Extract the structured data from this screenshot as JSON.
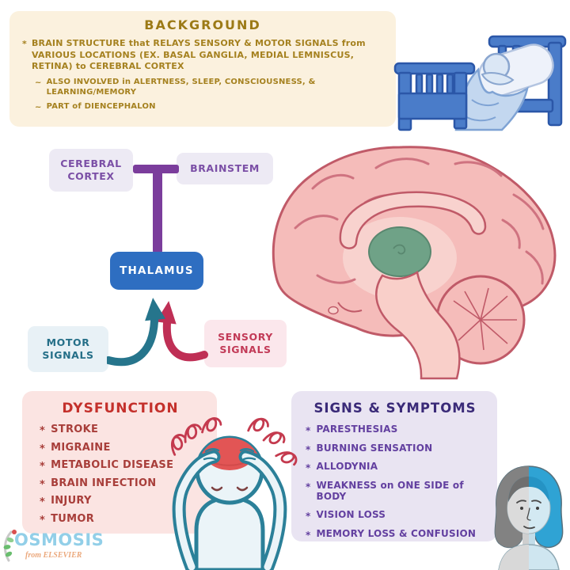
{
  "background": {
    "title": "BACKGROUND",
    "bullet": "BRAIN STRUCTURE that RELAYS SENSORY & MOTOR SIGNALS from VARIOUS LOCATIONS (EX. BASAL GANGLIA, MEDIAL LEMNISCUS, RETINA) to CEREBRAL CORTEX",
    "sub_bullets": [
      "ALSO INVOLVED in ALERTNESS, SLEEP, CONSCIOUSNESS, & LEARNING/MEMORY",
      "PART of DIENCEPHALON"
    ]
  },
  "diagram": {
    "cerebral_cortex": "CEREBRAL CORTEX",
    "brainstem": "BRAINSTEM",
    "thalamus": "THALAMUS",
    "motor_signals": "MOTOR SIGNALS",
    "sensory_signals": "SENSORY SIGNALS"
  },
  "dysfunction": {
    "title": "DYSFUNCTION",
    "items": [
      "STROKE",
      "MIGRAINE",
      "METABOLIC DISEASE",
      "BRAIN INFECTION",
      "INJURY",
      "TUMOR"
    ]
  },
  "signs": {
    "title": "SIGNS & SYMPTOMS",
    "items": [
      "PARESTHESIAS",
      "BURNING SENSATION",
      "ALLODYNIA",
      "WEAKNESS on ONE SIDE of BODY",
      "VISION LOSS",
      "MEMORY LOSS & CONFUSION"
    ]
  },
  "bullets": {
    "star": "*",
    "tilde": "~"
  },
  "footer": {
    "brand": "OSMOSIS",
    "brand_sub": "from ELSEVIER"
  },
  "colors": {
    "cream_bg": "#fbf1de",
    "gold_text": "#a5811f",
    "lavender_bg": "#edeaf4",
    "purple_text": "#7b4fa6",
    "connector_purple": "#7b3d9c",
    "thalamus_blue": "#2e6ec1",
    "teal": "#26758c",
    "crimson": "#bf2f55",
    "motor_bg": "#e8f1f6",
    "sensory_bg": "#fbe7ec",
    "dysfunction_bg": "#fbe4e2",
    "dysfunction_title": "#c4302b",
    "dysfunction_text": "#a83e3a",
    "signs_bg": "#e9e4f2",
    "signs_title": "#3a2a78",
    "signs_text": "#6340a0",
    "brain_pink": "#f5bcba",
    "brain_outline": "#c05a68",
    "thalamus_green": "#6fa287",
    "bed_blue": "#4a7cc9",
    "figure_teal": "#2b8099",
    "headache_red": "#e25555",
    "brand_blue": "#92cfe8",
    "brand_sub_color": "#eba87c"
  }
}
